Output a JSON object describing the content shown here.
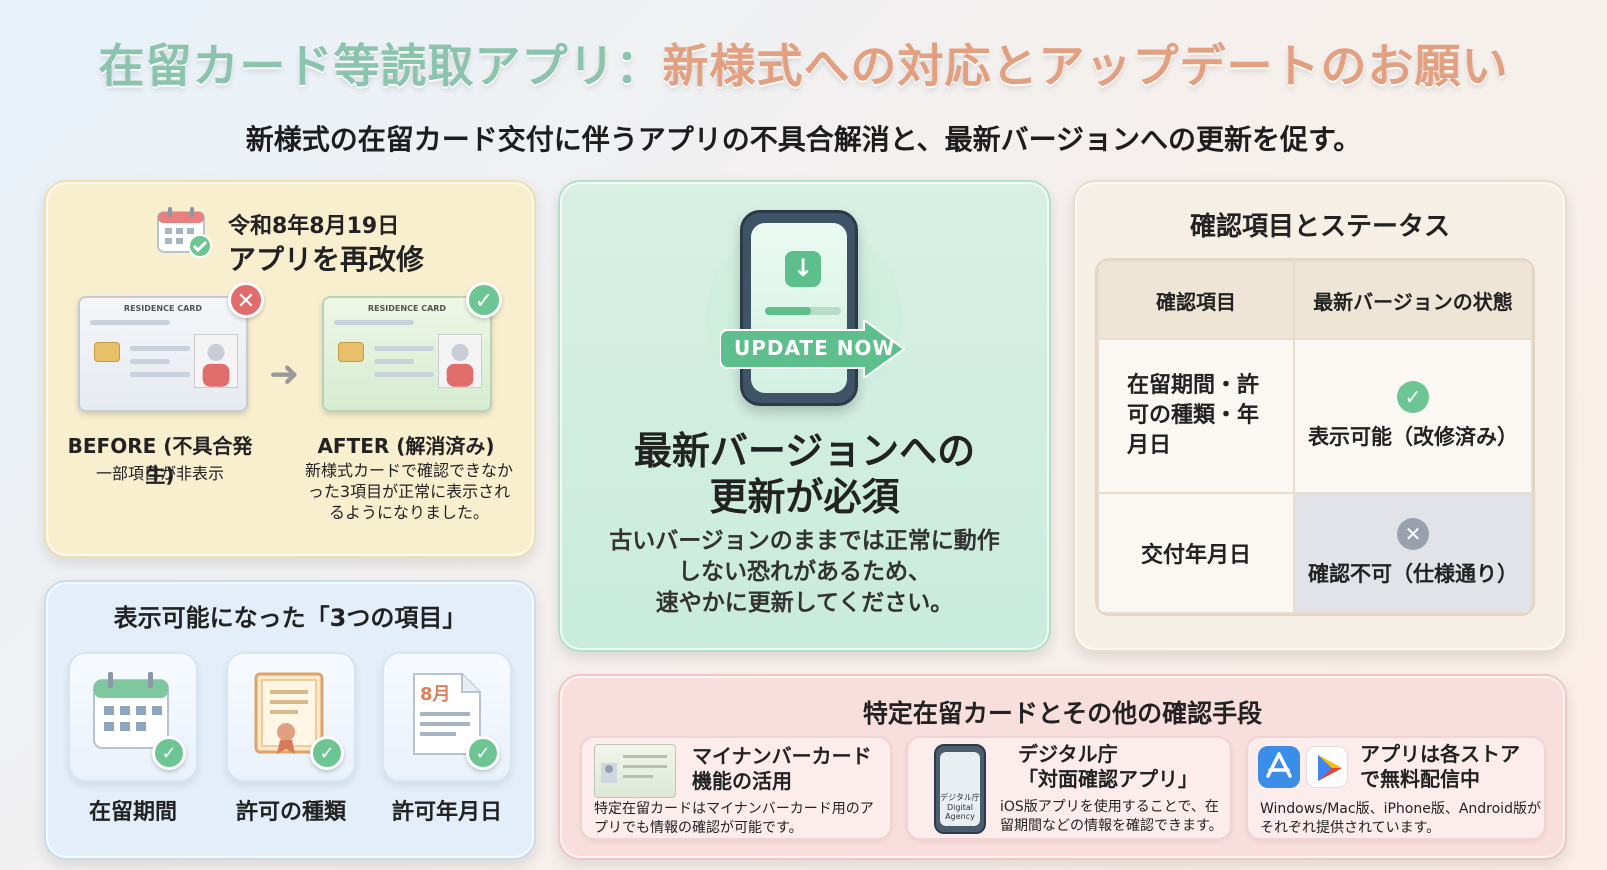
{
  "header": {
    "title_part1": "在留カード等読取アプリ：",
    "title_part2": "新様式への対応とアップデートのお願い",
    "subtitle": "新様式の在留カード交付に伴うアプリの不具合解消と、最新バージョンへの更新を促す。"
  },
  "fix_panel": {
    "date": "令和8年8月19日",
    "title": "アプリを再改修",
    "card_label": "RESIDENCE CARD",
    "before_label": "BEFORE (不具合発生)",
    "before_desc": "一部項目が非表示",
    "after_label": "AFTER (解消済み)",
    "after_desc": "新様式カードで確認できなかった3項目が正常に表示されるようになりました。",
    "icons": [
      "calendar-check-icon",
      "x-icon",
      "check-icon",
      "arrow-right-icon"
    ]
  },
  "items_panel": {
    "title": "表示可能になった「3つの項目」",
    "items": [
      {
        "label": "在留期間",
        "icon": "calendar-icon"
      },
      {
        "label": "許可の種類",
        "icon": "certificate-icon"
      },
      {
        "label": "許可年月日",
        "icon": "document-date-icon",
        "icon_text": "8月"
      }
    ]
  },
  "update_panel": {
    "button_text": "UPDATE NOW",
    "heading_line1": "最新バージョンへの",
    "heading_line2": "更新が必須",
    "body_line1": "古いバージョンのままでは正常に動作",
    "body_line2": "しない恐れがあるため、",
    "body_line3": "速やかに更新してください。",
    "icon": "download-icon"
  },
  "status_panel": {
    "title": "確認項目とステータス",
    "col1": "確認項目",
    "col2": "最新バージョンの状態",
    "rows": [
      {
        "item": "在留期間・許可の種類・年月日",
        "status": "表示可能（改修済み）",
        "icon": "check-icon"
      },
      {
        "item": "交付年月日",
        "status": "確認不可（仕様通り）",
        "icon": "x-icon"
      }
    ]
  },
  "other_panel": {
    "title": "特定在留カードとその他の確認手段",
    "cards": [
      {
        "heading_line1": "マイナンバーカード",
        "heading_line2": "機能の活用",
        "desc": "特定在留カードはマイナンバーカード用のアプリでも情報の確認が可能です。"
      },
      {
        "heading_line1": "デジタル庁",
        "heading_line2": "「対面確認アプリ」",
        "desc": "iOS版アプリを使用することで、在留期間などの情報を確認できます。",
        "phone_label": "デジタル庁 Digital Agency"
      },
      {
        "heading_line1": "アプリは各ストア",
        "heading_line2": "で無料配信中",
        "desc": "Windows/Mac版、iPhone版、Android版がそれぞれ提供されています。",
        "icons": [
          "app-store-icon",
          "google-play-icon"
        ]
      }
    ]
  },
  "colors": {
    "title_green": "#8cc3ad",
    "title_orange": "#e3a080",
    "check": "#6cc592",
    "cross": "#e06c6c"
  }
}
